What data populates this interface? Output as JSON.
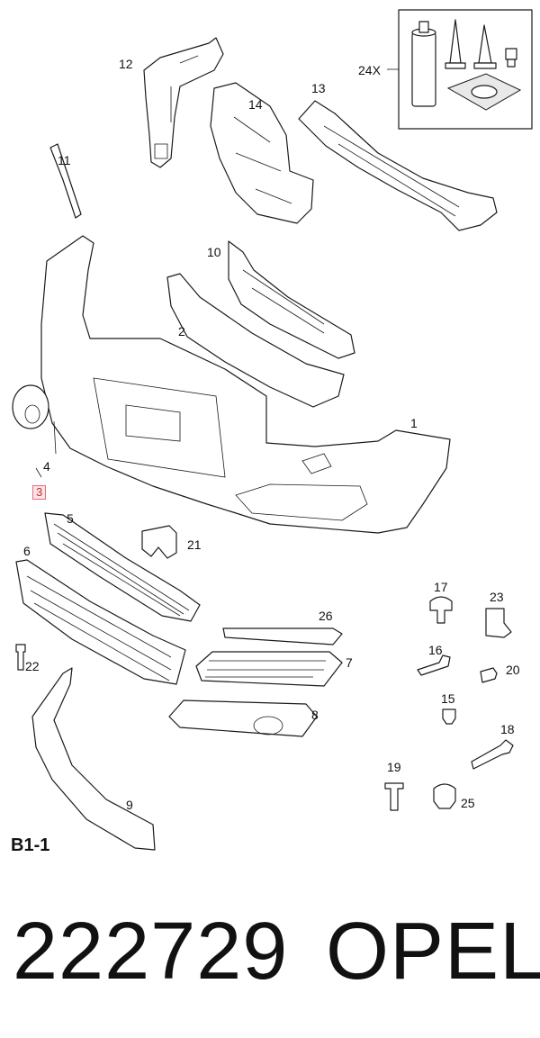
{
  "diagram": {
    "section_code": "B1-1",
    "labels": [
      {
        "id": "1",
        "text": "1"
      },
      {
        "id": "2",
        "text": "2"
      },
      {
        "id": "3",
        "text": "3"
      },
      {
        "id": "4",
        "text": "4"
      },
      {
        "id": "5",
        "text": "5"
      },
      {
        "id": "6",
        "text": "6"
      },
      {
        "id": "7",
        "text": "7"
      },
      {
        "id": "8",
        "text": "8"
      },
      {
        "id": "9",
        "text": "9"
      },
      {
        "id": "10",
        "text": "10"
      },
      {
        "id": "11",
        "text": "11"
      },
      {
        "id": "12",
        "text": "12"
      },
      {
        "id": "13",
        "text": "13"
      },
      {
        "id": "14",
        "text": "14"
      },
      {
        "id": "15",
        "text": "15"
      },
      {
        "id": "16",
        "text": "16"
      },
      {
        "id": "17",
        "text": "17"
      },
      {
        "id": "18",
        "text": "18"
      },
      {
        "id": "19",
        "text": "19"
      },
      {
        "id": "20",
        "text": "20"
      },
      {
        "id": "21",
        "text": "21"
      },
      {
        "id": "22",
        "text": "22"
      },
      {
        "id": "23",
        "text": "23"
      },
      {
        "id": "24X",
        "text": "24X"
      },
      {
        "id": "25",
        "text": "25"
      },
      {
        "id": "26",
        "text": "26"
      }
    ],
    "highlighted_part": "3"
  },
  "footer": {
    "part_number": "222729",
    "brand": "OPEL"
  }
}
